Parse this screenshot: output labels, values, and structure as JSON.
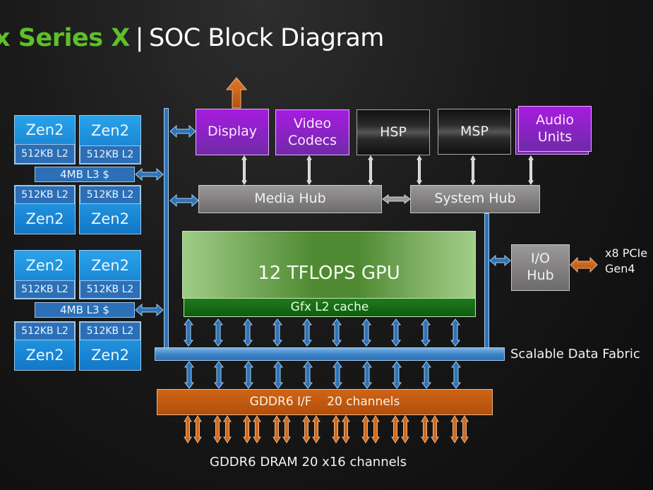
{
  "title": {
    "brand": "x Series X",
    "separator": "|",
    "main": "SOC Block Diagram"
  },
  "cpu_clusters": [
    {
      "cores": [
        {
          "name": "Zen2",
          "l2": "512KB L2"
        },
        {
          "name": "Zen2",
          "l2": "512KB L2"
        },
        {
          "name": "Zen2",
          "l2": "512KB L2"
        },
        {
          "name": "Zen2",
          "l2": "512KB L2"
        }
      ],
      "l3": "4MB L3 $"
    },
    {
      "cores": [
        {
          "name": "Zen2",
          "l2": "512KB L2"
        },
        {
          "name": "Zen2",
          "l2": "512KB L2"
        },
        {
          "name": "Zen2",
          "l2": "512KB L2"
        },
        {
          "name": "Zen2",
          "l2": "512KB L2"
        }
      ],
      "l3": "4MB L3 $"
    }
  ],
  "blocks": {
    "display": "Display",
    "video_codecs": "Video\nCodecs",
    "hsp": "HSP",
    "msp": "MSP",
    "audio_units": "Audio\nUnits",
    "media_hub": "Media Hub",
    "system_hub": "System Hub",
    "io_hub": "I/O\nHub",
    "gpu": "12 TFLOPS GPU",
    "gfx_l2": "Gfx L2 cache",
    "gddr_if": "GDDR6 I/F    20 channels"
  },
  "labels": {
    "pcie": "x8 PCIe\nGen4",
    "fabric": "Scalable Data Fabric",
    "dram": "GDDR6 DRAM 20 x16 channels"
  },
  "colors": {
    "brand_green": "#5fbf2a",
    "cpu_blue": "#1a8ee0",
    "accelerator_purple": "#8e22c8",
    "hub_gray": "#858383",
    "gpu_green": "#5f9a40",
    "memory_orange": "#c25a10",
    "link_blue": "#2d73b8"
  },
  "links": {
    "gpu_to_fabric": 10,
    "fabric_to_gddr": 10,
    "gddr_to_dram_pairs": 10
  }
}
